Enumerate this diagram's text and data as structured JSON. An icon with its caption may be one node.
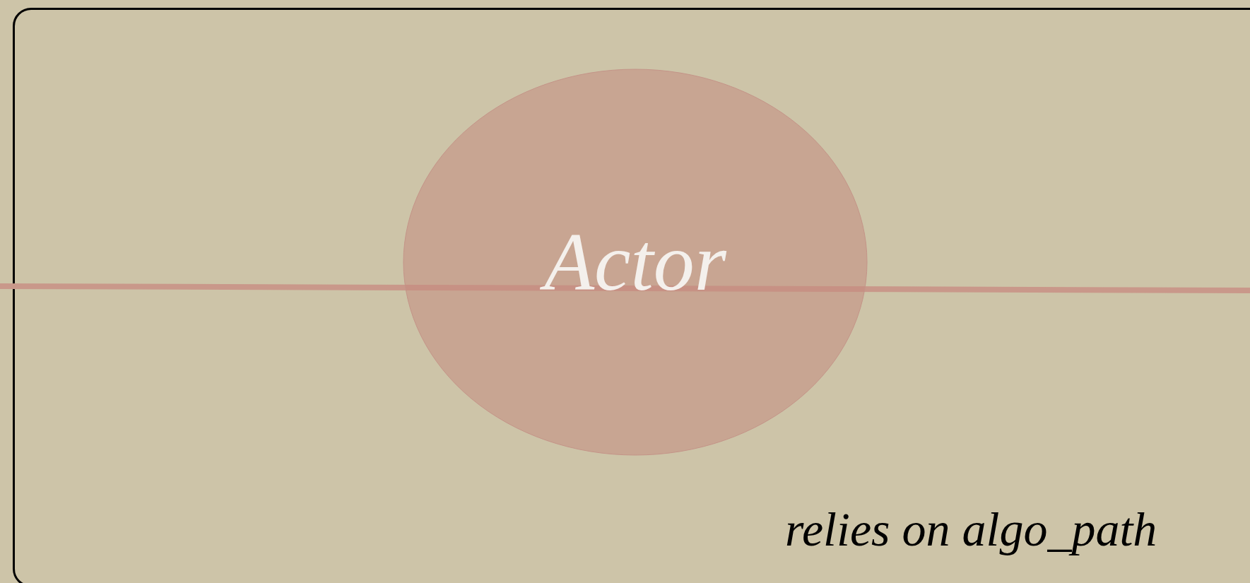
{
  "diagram": {
    "nodes": [
      {
        "text": [
          "relies on algo_path"
        ]
      },
      {
        "text": [
          "Actor"
        ],
        "in": 0
      }
    ]
  }
}
